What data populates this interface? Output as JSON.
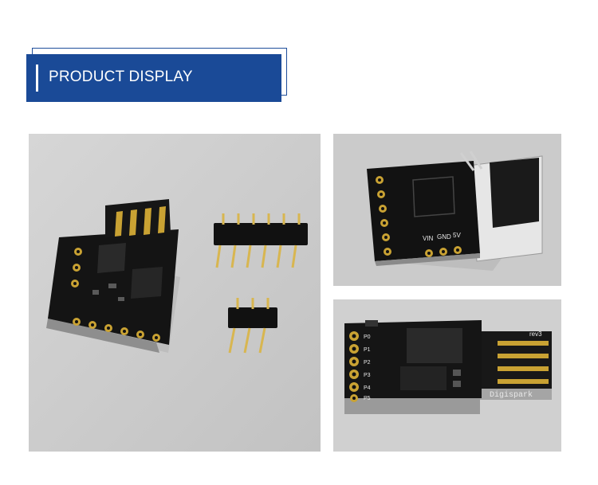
{
  "header": {
    "title": "PRODUCT DISPLAY",
    "banner_color": "#1a4a97"
  },
  "photos": [
    {
      "name": "board-and-pin-headers",
      "background": "#cfcfcf"
    },
    {
      "name": "board-back-angled",
      "background": "#cfcfcf"
    },
    {
      "name": "board-side-view",
      "background": "#cfcfcf"
    }
  ],
  "board_labels": {
    "brand": "Digispark",
    "rev": "rev3",
    "vin": "VIN",
    "gnd": "GND",
    "v5": "5V",
    "pins": [
      "P0",
      "P1",
      "P2",
      "P3",
      "P4",
      "P5"
    ]
  }
}
